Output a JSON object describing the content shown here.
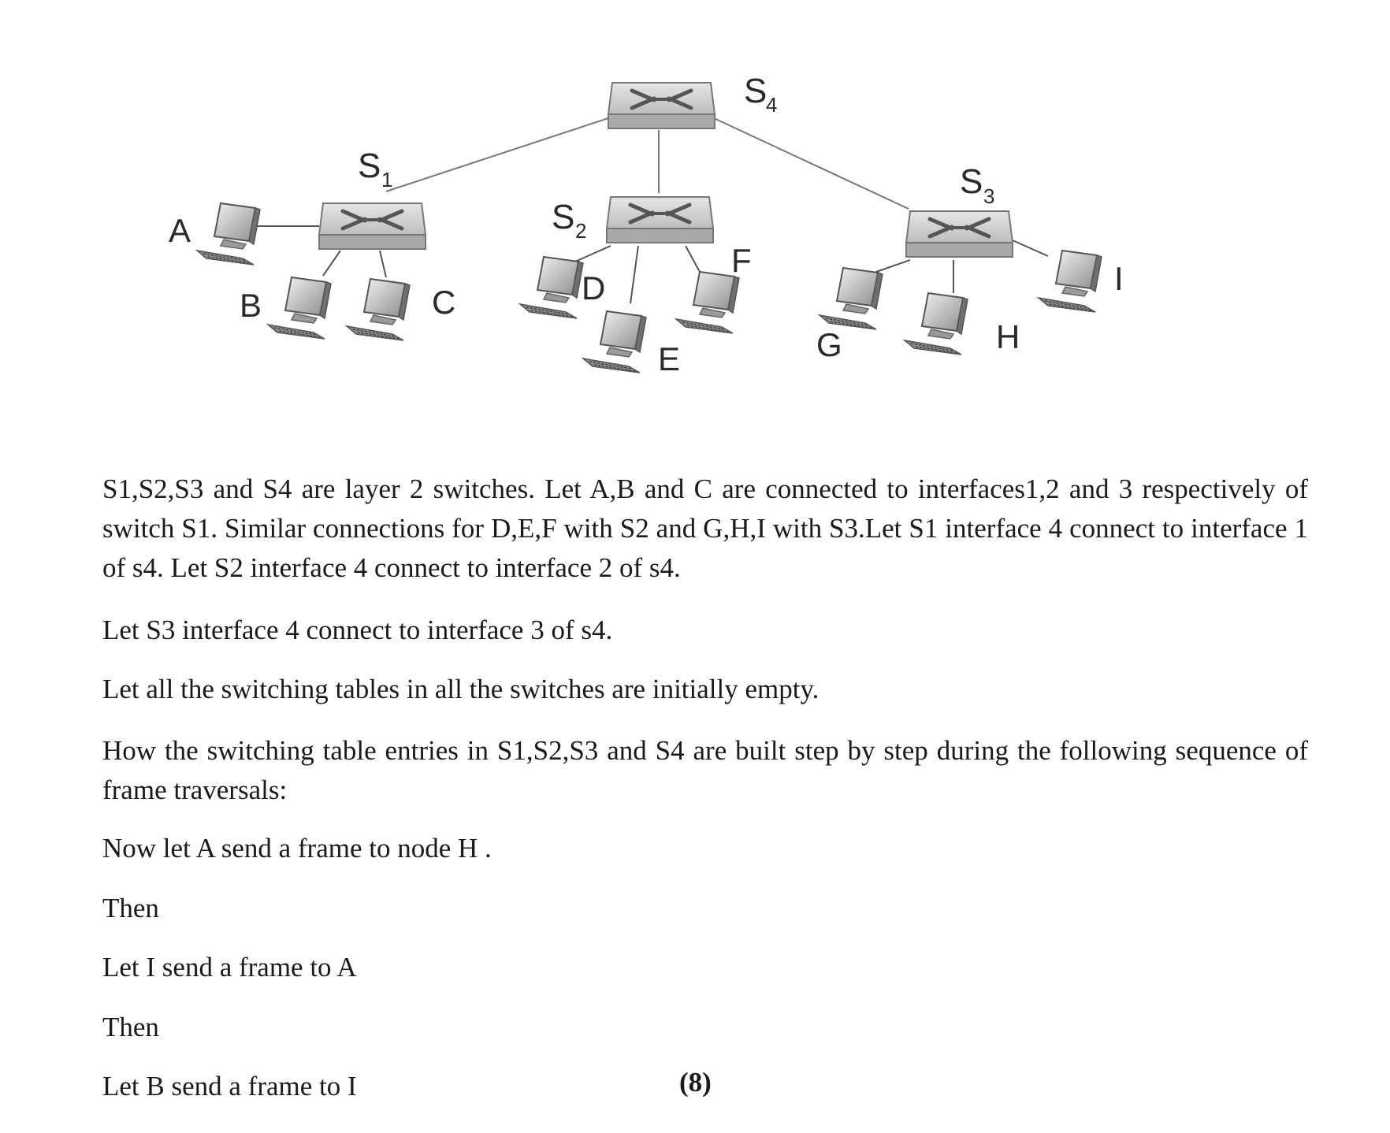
{
  "diagram": {
    "switches": [
      {
        "id": "s1",
        "name": "S",
        "sub": "1"
      },
      {
        "id": "s2",
        "name": "S",
        "sub": "2"
      },
      {
        "id": "s3",
        "name": "S",
        "sub": "3"
      },
      {
        "id": "s4",
        "name": "S",
        "sub": "4"
      }
    ],
    "hosts": [
      {
        "id": "a",
        "label": "A"
      },
      {
        "id": "b",
        "label": "B"
      },
      {
        "id": "c",
        "label": "C"
      },
      {
        "id": "d",
        "label": "D"
      },
      {
        "id": "e",
        "label": "E"
      },
      {
        "id": "f",
        "label": "F"
      },
      {
        "id": "g",
        "label": "G"
      },
      {
        "id": "h",
        "label": "H"
      },
      {
        "id": "i",
        "label": "I"
      }
    ]
  },
  "question": {
    "p1": "S1,S2,S3 and S4 are layer 2 switches. Let A,B and C are connected to interfaces1,2 and 3 respectively of switch S1. Similar connections for D,E,F with S2 and G,H,I with S3.Let S1 interface 4 connect to interface 1 of s4. Let S2 interface 4 connect to interface 2 of s4.",
    "p2": "Let S3 interface 4 connect to interface 3 of s4.",
    "p3": "Let all the switching tables in all the switches are initially empty.",
    "p4": "How the switching table entries in S1,S2,S3 and S4 are built step by step during the following sequence of frame traversals:",
    "p5": "Now let A send a frame to node H .",
    "p6": "Then",
    "p7": "Let I send a frame to  A",
    "p8": "Then",
    "p9": "Let B send a frame to I",
    "marks": "(8)"
  }
}
